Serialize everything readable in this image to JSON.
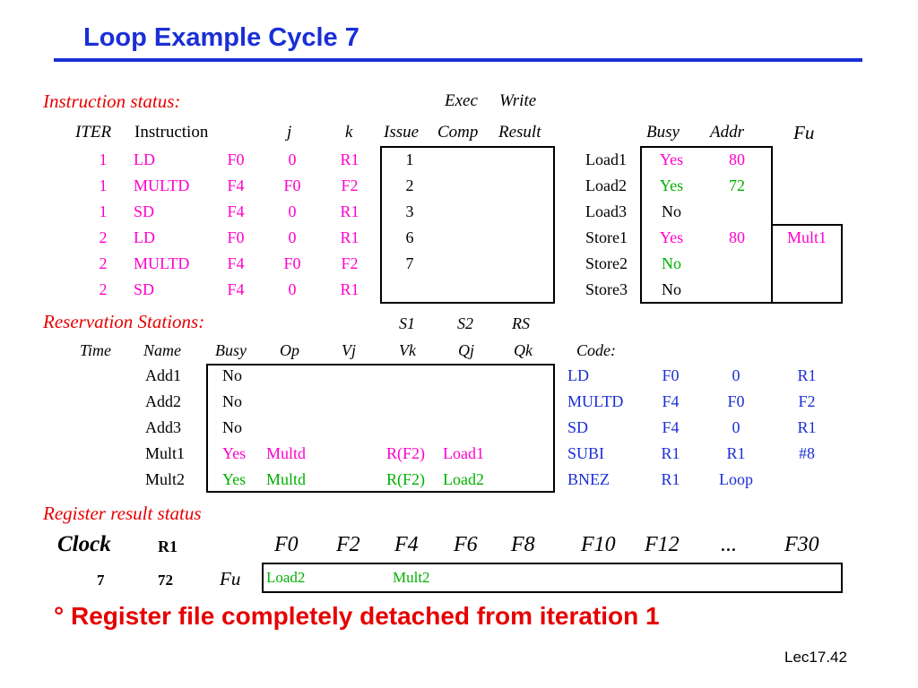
{
  "title": "Loop Example Cycle 7",
  "instruction_status": {
    "label": "Instruction status:",
    "headers_top": {
      "exec": "Exec",
      "write": "Write"
    },
    "headers": {
      "iter": "ITER",
      "instruction": "Instruction",
      "j": "j",
      "k": "k",
      "issue": "Issue",
      "comp": "Comp",
      "result": "Result"
    },
    "rows": [
      {
        "iter": "1",
        "op": "LD",
        "dest": "F0",
        "j": "0",
        "k": "R1",
        "issue": "1",
        "comp": "",
        "result": ""
      },
      {
        "iter": "1",
        "op": "MULTD",
        "dest": "F4",
        "j": "F0",
        "k": "F2",
        "issue": "2",
        "comp": "",
        "result": ""
      },
      {
        "iter": "1",
        "op": "SD",
        "dest": "F4",
        "j": "0",
        "k": "R1",
        "issue": "3",
        "comp": "",
        "result": ""
      },
      {
        "iter": "2",
        "op": "LD",
        "dest": "F0",
        "j": "0",
        "k": "R1",
        "issue": "6",
        "comp": "",
        "result": ""
      },
      {
        "iter": "2",
        "op": "MULTD",
        "dest": "F4",
        "j": "F0",
        "k": "F2",
        "issue": "7",
        "comp": "",
        "result": ""
      },
      {
        "iter": "2",
        "op": "SD",
        "dest": "F4",
        "j": "0",
        "k": "R1",
        "issue": "",
        "comp": "",
        "result": ""
      }
    ]
  },
  "load_store": {
    "headers": {
      "busy": "Busy",
      "addr": "Addr",
      "fu": "Fu"
    },
    "rows": [
      {
        "name": "Load1",
        "busy": "Yes",
        "addr": "80",
        "fu": ""
      },
      {
        "name": "Load2",
        "busy": "Yes",
        "addr": "72",
        "fu": ""
      },
      {
        "name": "Load3",
        "busy": "No",
        "addr": "",
        "fu": ""
      },
      {
        "name": "Store1",
        "busy": "Yes",
        "addr": "80",
        "fu": "Mult1"
      },
      {
        "name": "Store2",
        "busy": "No",
        "addr": "",
        "fu": ""
      },
      {
        "name": "Store3",
        "busy": "No",
        "addr": "",
        "fu": ""
      }
    ]
  },
  "reservation_stations": {
    "label": "Reservation Stations:",
    "headers_top": {
      "s1": "S1",
      "s2": "S2",
      "rs": "RS"
    },
    "headers": {
      "time": "Time",
      "name": "Name",
      "busy": "Busy",
      "op": "Op",
      "vj": "Vj",
      "vk": "Vk",
      "qj": "Qj",
      "qk": "Qk",
      "code": "Code:"
    },
    "rows": [
      {
        "name": "Add1",
        "busy": "No",
        "op": "",
        "vj": "",
        "vk": "",
        "qj": "",
        "qk": ""
      },
      {
        "name": "Add2",
        "busy": "No",
        "op": "",
        "vj": "",
        "vk": "",
        "qj": "",
        "qk": ""
      },
      {
        "name": "Add3",
        "busy": "No",
        "op": "",
        "vj": "",
        "vk": "",
        "qj": "",
        "qk": ""
      },
      {
        "name": "Mult1",
        "busy": "Yes",
        "op": "Multd",
        "vj": "",
        "vk": "R(F2)",
        "qj": "Load1",
        "qk": ""
      },
      {
        "name": "Mult2",
        "busy": "Yes",
        "op": "Multd",
        "vj": "",
        "vk": "R(F2)",
        "qj": "Load2",
        "qk": ""
      }
    ],
    "code": [
      {
        "op": "LD",
        "a": "F0",
        "b": "0",
        "c": "R1"
      },
      {
        "op": "MULTD",
        "a": "F4",
        "b": "F0",
        "c": "F2"
      },
      {
        "op": "SD",
        "a": "F4",
        "b": "0",
        "c": "R1"
      },
      {
        "op": "SUBI",
        "a": "R1",
        "b": "R1",
        "c": "#8"
      },
      {
        "op": "BNEZ",
        "a": "R1",
        "b": "Loop",
        "c": ""
      }
    ]
  },
  "register_result": {
    "label": "Register result status",
    "clock_label": "Clock",
    "r1_label": "R1",
    "clock_value": "7",
    "r1_value": "72",
    "fu_label": "Fu",
    "registers": [
      "F0",
      "F2",
      "F4",
      "F6",
      "F8",
      "F10",
      "F12",
      "...",
      "F30"
    ],
    "fu_values": [
      "Load2",
      "",
      "Mult2",
      "",
      "",
      "",
      "",
      "",
      ""
    ]
  },
  "bullet_symbol": "°",
  "bullet_text": "Register file completely detached from iteration 1",
  "footer": "Lec17.42",
  "colors": {
    "title": "#1a2fd6",
    "section": "#e60000",
    "pink": "#ff00cc",
    "green": "#00b000",
    "code": "#1a2fd6"
  }
}
